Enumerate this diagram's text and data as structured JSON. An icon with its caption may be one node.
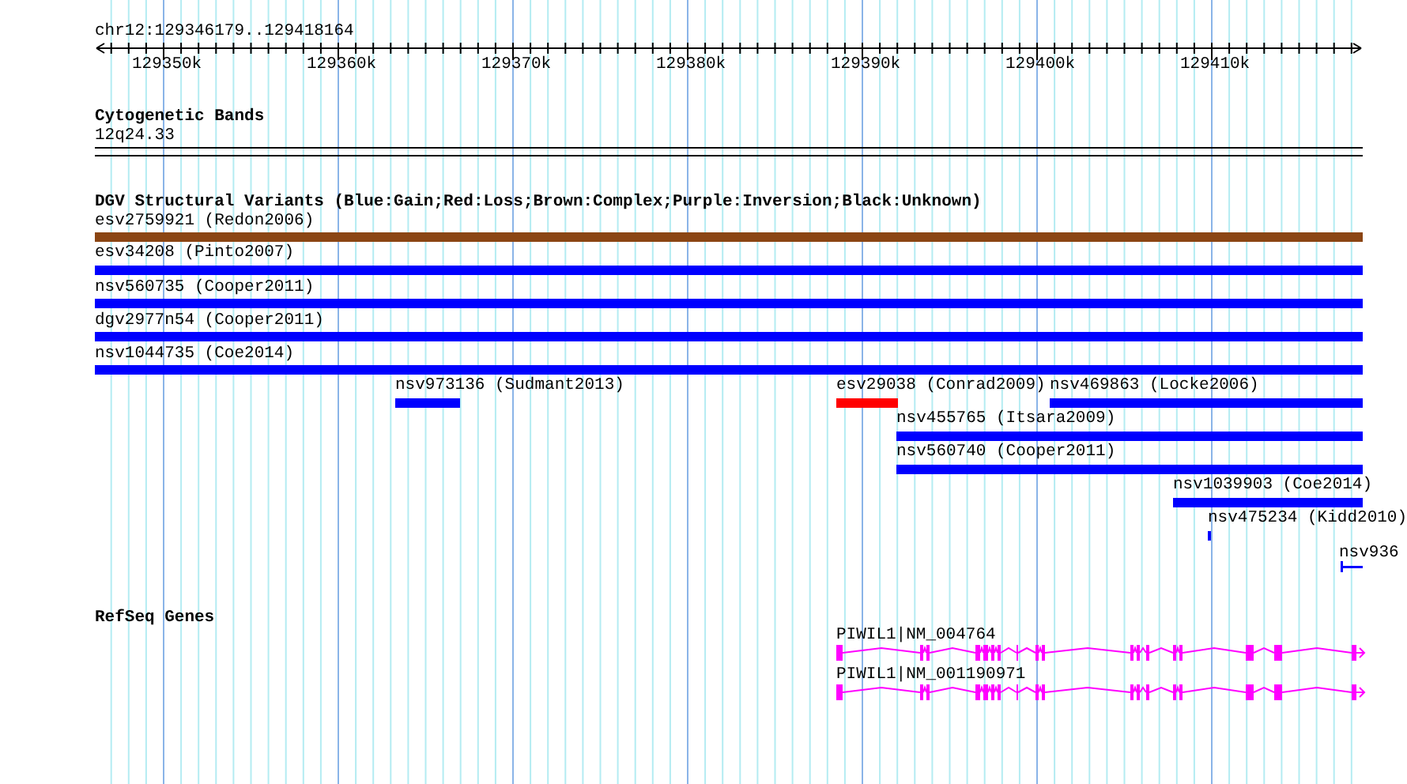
{
  "diagram": {
    "labels": [
      "chr12:129346179..129418164",
      "129350k",
      "129360k",
      "129370k",
      "129380k",
      "129390k",
      "129400k",
      "129410k",
      "Cytogenetic Bands",
      "12q24.33",
      "DGV Structural Variants (Blue:Gain;Red:Loss;Brown:Complex;Purple:Inversion;Black:Unknown)",
      "esv2759921 (Redon2006)",
      "esv34208 (Pinto2007)",
      "nsv560735 (Cooper2011)",
      "dgv2977n54 (Cooper2011)",
      "nsv1044735 (Coe2014)",
      "nsv973136 (Sudmant2013)",
      "esv29038 (Conrad2009)",
      "nsv469863 (Locke2006)",
      "nsv455765 (Itsara2009)",
      "nsv560740 (Cooper2011)",
      "nsv1039903 (Coe2014)",
      "nsv475234 (Kidd2010)",
      "nsv936",
      "RefSeq Genes",
      "PIWIL1|NM_004764",
      "PIWIL1|NM_001190971"
    ]
  }
}
